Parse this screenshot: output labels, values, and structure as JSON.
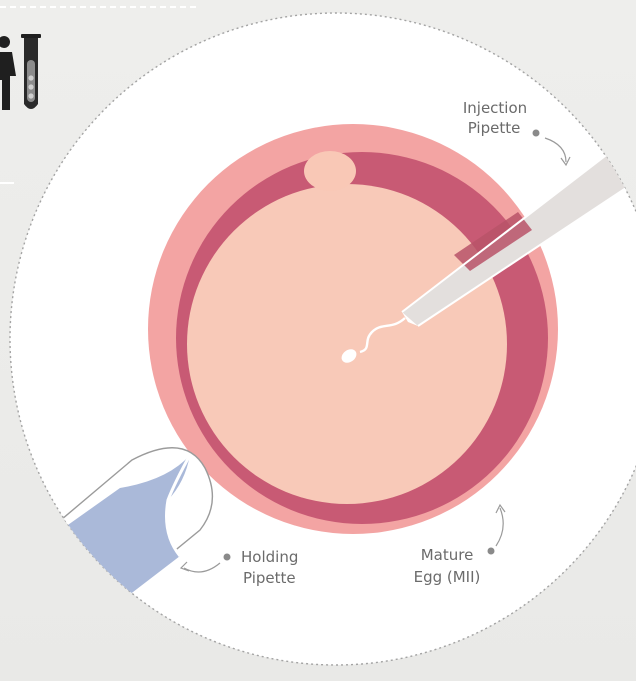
{
  "labels": {
    "injection_pipette": [
      "Injection",
      "Pipette"
    ],
    "holding_pipette": [
      "Holding",
      "Pipette"
    ],
    "mature_egg": [
      "Mature",
      "Egg (MII)"
    ]
  },
  "icons": {
    "corner_icons": [
      "couple-icon",
      "test-tube-icon"
    ]
  },
  "colors": {
    "background": "#ececea",
    "circle_fill": "#ffffff",
    "zona": "#f3a4a3",
    "perivitelline": "#c85a74",
    "cytoplasm": "#f8c9b8",
    "polar_body": "#f9c8b6",
    "holding_fluid": "#aab9d9",
    "pipette_glass": "#e3dfdd",
    "label_text": "#6b6b6b"
  }
}
